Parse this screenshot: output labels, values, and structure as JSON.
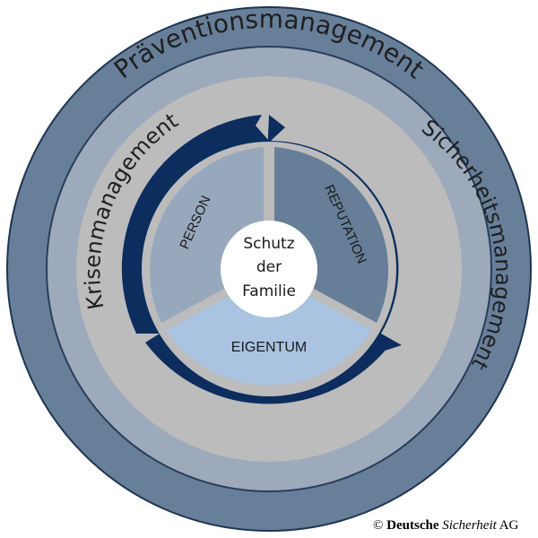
{
  "rings": {
    "outer": "Präventionsmanagement",
    "left": "Krisenmanagement",
    "right": "Sicherheitsmanagement"
  },
  "sectors": {
    "person": "PERSON",
    "reputation": "REPUTATION",
    "eigentum": "EIGENTUM"
  },
  "center": {
    "line1": "Schutz",
    "line2": "der",
    "line3": "Familie"
  },
  "copyright": {
    "symbol": "©",
    "brand_bold": "Deutsche",
    "brand_italic": "Sicherheit",
    "suffix": "AG"
  },
  "colors": {
    "outer_ring": "#687f9a",
    "middle_ring": "#9caabb",
    "inner_ring": "#bcbcbc",
    "arrow": "#0c2d5e",
    "person_sector": "#97a8bd",
    "reputation_sector": "#667e98",
    "eigentum_sector": "#a9c3e0",
    "center_circle": "#ffffff"
  }
}
